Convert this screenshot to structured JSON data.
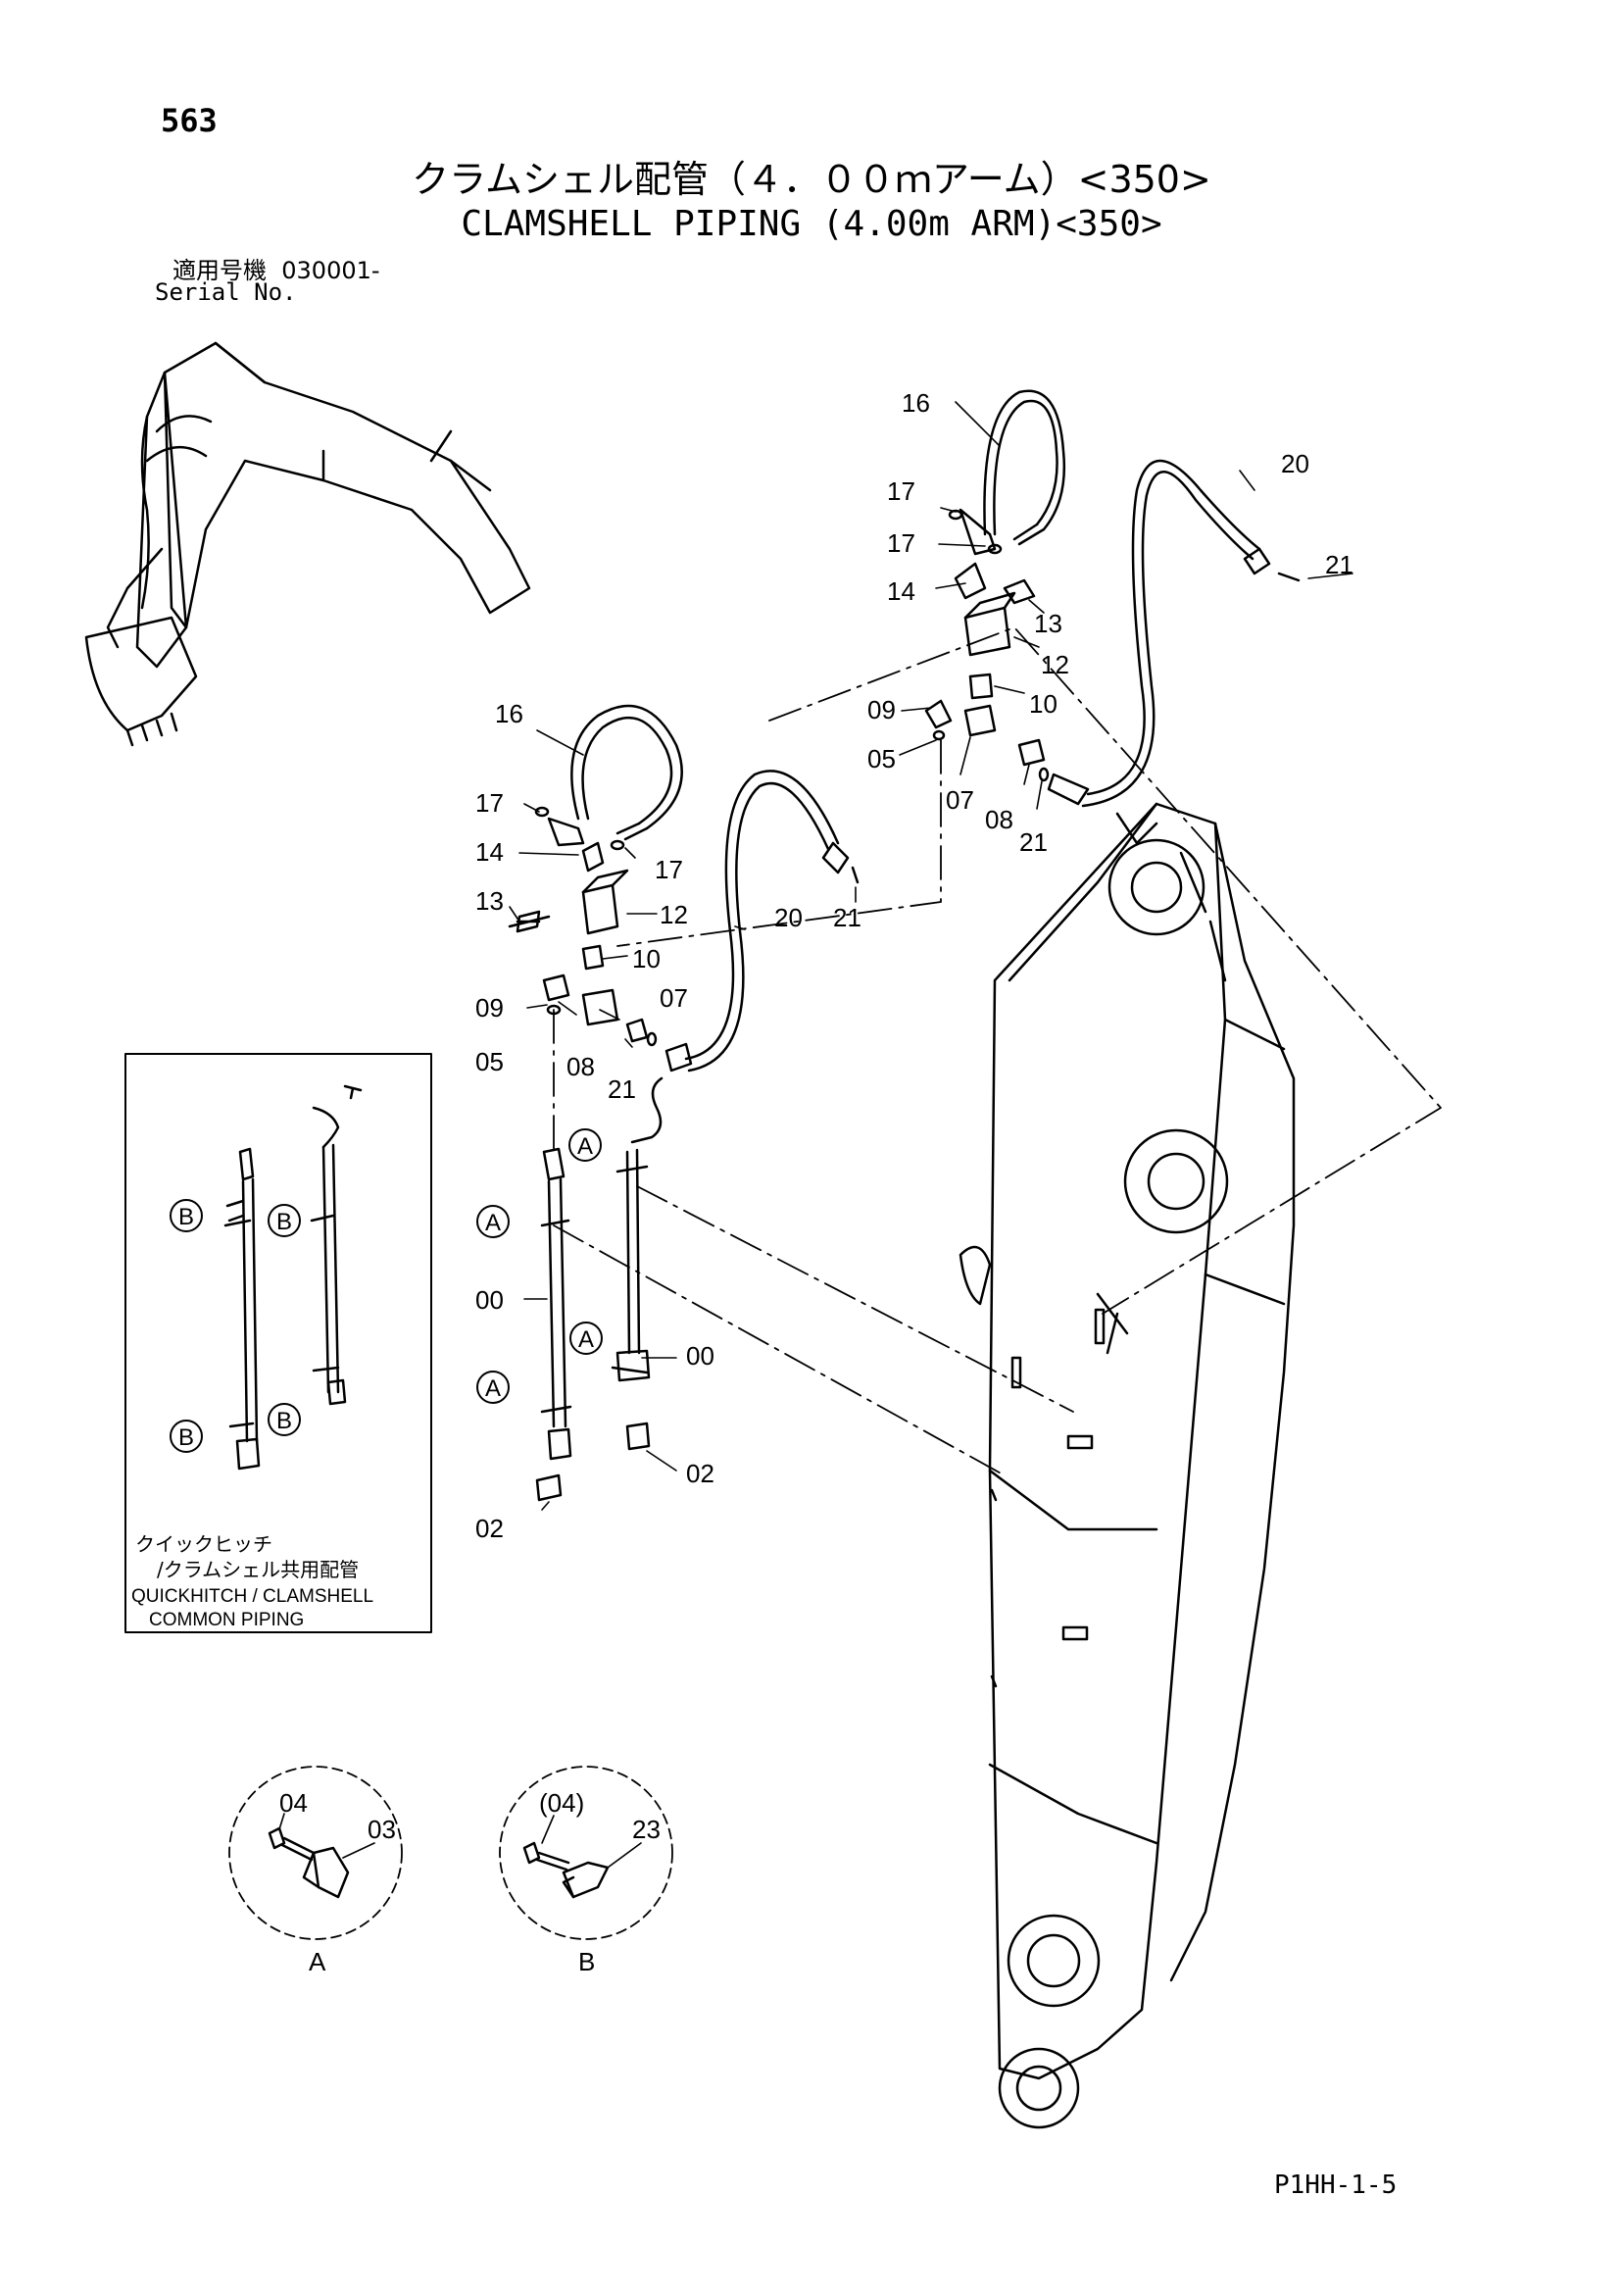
{
  "page_number": "563",
  "title_jp": "クラムシェル配管（４．００ｍアーム）<350>",
  "title_en": "CLAMSHELL PIPING (4.00m ARM)<350>",
  "serial_label_jp": "適用号機",
  "serial_value": "030001-",
  "serial_label_en": "Serial No.",
  "inset": {
    "label_jp_1": "クイックヒッチ",
    "label_jp_2": "/クラムシェル共用配管",
    "label_en_1": "QUICKHITCH / CLAMSHELL",
    "label_en_2": "COMMON PIPING",
    "callout_b": "B"
  },
  "detail_a": {
    "caption": "A",
    "bolt_label": "04",
    "clamp_label": "03"
  },
  "detail_b": {
    "caption": "B",
    "bolt_label": "(04)",
    "clamp_label": "23"
  },
  "callout_a": "A",
  "part_labels": {
    "p16": "16",
    "p17": "17",
    "p14": "14",
    "p13": "13",
    "p12": "12",
    "p10": "10",
    "p09": "09",
    "p05": "05",
    "p07": "07",
    "p08": "08",
    "p21": "21",
    "p20": "20",
    "p00": "00",
    "p02": "02"
  },
  "footer_code": "P1HH-1-5"
}
